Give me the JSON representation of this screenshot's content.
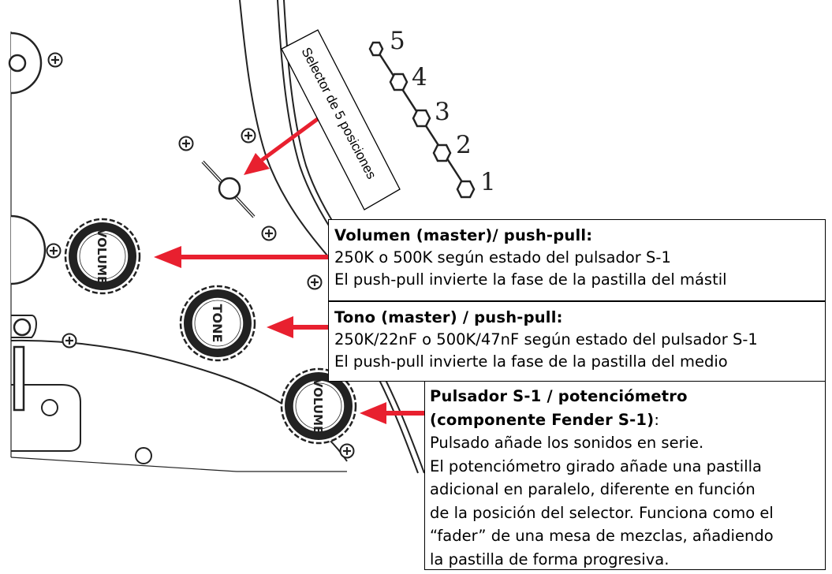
{
  "selector_label": "Selector de 5 posiciones",
  "selector_positions": [
    "5",
    "4",
    "3",
    "2",
    "1"
  ],
  "knobs": {
    "volume_top": "VOLUME",
    "tone": "TONE",
    "volume_bottom": "VOLUME"
  },
  "callouts": {
    "volume": {
      "title": "Volumen (master)/ push-pull:",
      "line1": "250K o 500K según estado del pulsador S-1",
      "line2": "El push-pull invierte la fase de la pastilla del mástil"
    },
    "tone": {
      "title": "Tono (master) / push-pull:",
      "line1": "250K/22nF o 500K/47nF según estado del pulsador S-1",
      "line2": "El push-pull invierte la fase de la pastilla del medio"
    },
    "s1": {
      "title_line1": "Pulsador S-1 / potenciómetro",
      "title_line2": "(componente Fender S-1)",
      "title_suffix": ":",
      "lines": [
        "Pulsado añade los sonidos en serie.",
        "El potenciómetro girado añade una pastilla",
        "adicional en paralelo, diferente en función",
        "de la posición del selector. Funciona como el",
        "“fader” de una mesa de mezclas, añadiendo",
        "la pastilla de forma progresiva."
      ]
    }
  },
  "colors": {
    "arrow": "#e8202f",
    "line_art": "#222222"
  }
}
